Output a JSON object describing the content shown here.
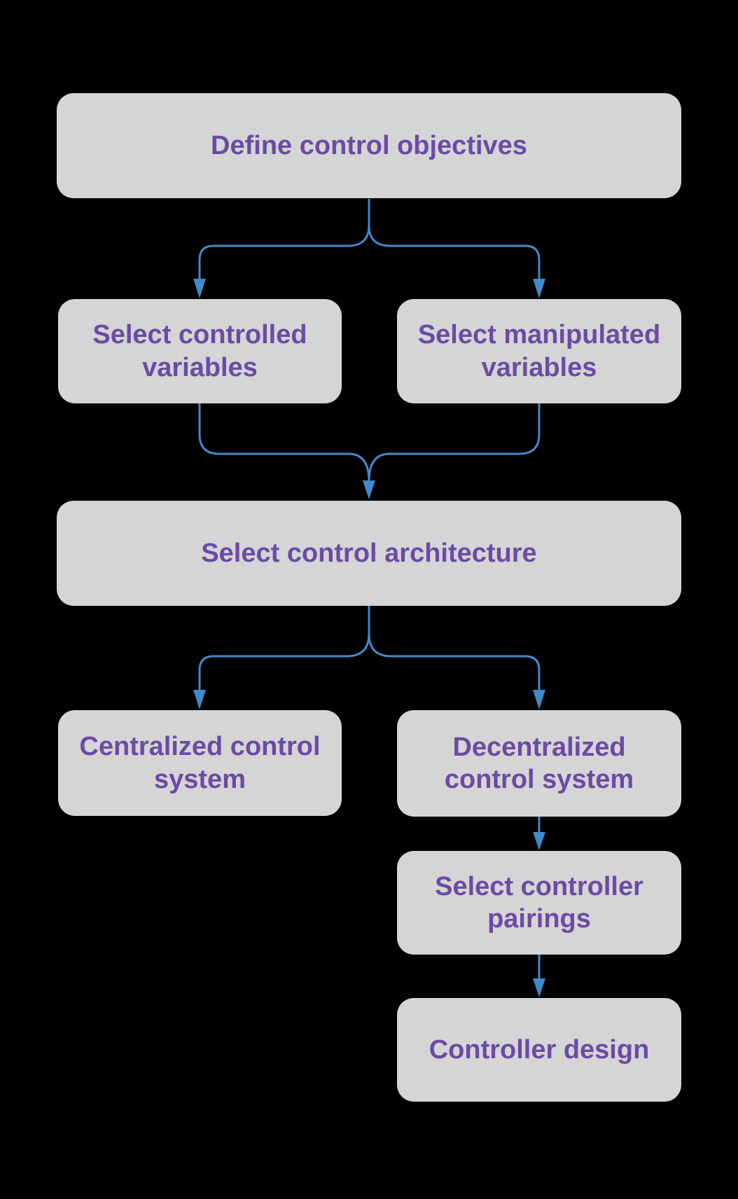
{
  "colors": {
    "background": "#000000",
    "node_fill": "#d5d5d5",
    "label_text": "#6b4ba5",
    "connector": "#4189ca"
  },
  "nodes": [
    {
      "id": "define-control-objectives",
      "label": "Define control objectives"
    },
    {
      "id": "select-controlled-variables",
      "label": "Select controlled\nvariables"
    },
    {
      "id": "select-manipulated-variables",
      "label": "Select manipulated\nvariables"
    },
    {
      "id": "select-control-architecture",
      "label": "Select control architecture"
    },
    {
      "id": "centralized-control-system",
      "label": "Centralized control\nsystem"
    },
    {
      "id": "decentralized-control-system",
      "label": "Decentralized\ncontrol system"
    },
    {
      "id": "select-controller-pairings",
      "label": "Select controller\npairings"
    },
    {
      "id": "controller-design",
      "label": "Controller design"
    }
  ],
  "edges": [
    {
      "from": "define-control-objectives",
      "to": "select-controlled-variables"
    },
    {
      "from": "define-control-objectives",
      "to": "select-manipulated-variables"
    },
    {
      "from": "select-controlled-variables",
      "to": "select-control-architecture"
    },
    {
      "from": "select-manipulated-variables",
      "to": "select-control-architecture"
    },
    {
      "from": "select-control-architecture",
      "to": "centralized-control-system"
    },
    {
      "from": "select-control-architecture",
      "to": "decentralized-control-system"
    },
    {
      "from": "decentralized-control-system",
      "to": "select-controller-pairings"
    },
    {
      "from": "select-controller-pairings",
      "to": "controller-design"
    }
  ]
}
